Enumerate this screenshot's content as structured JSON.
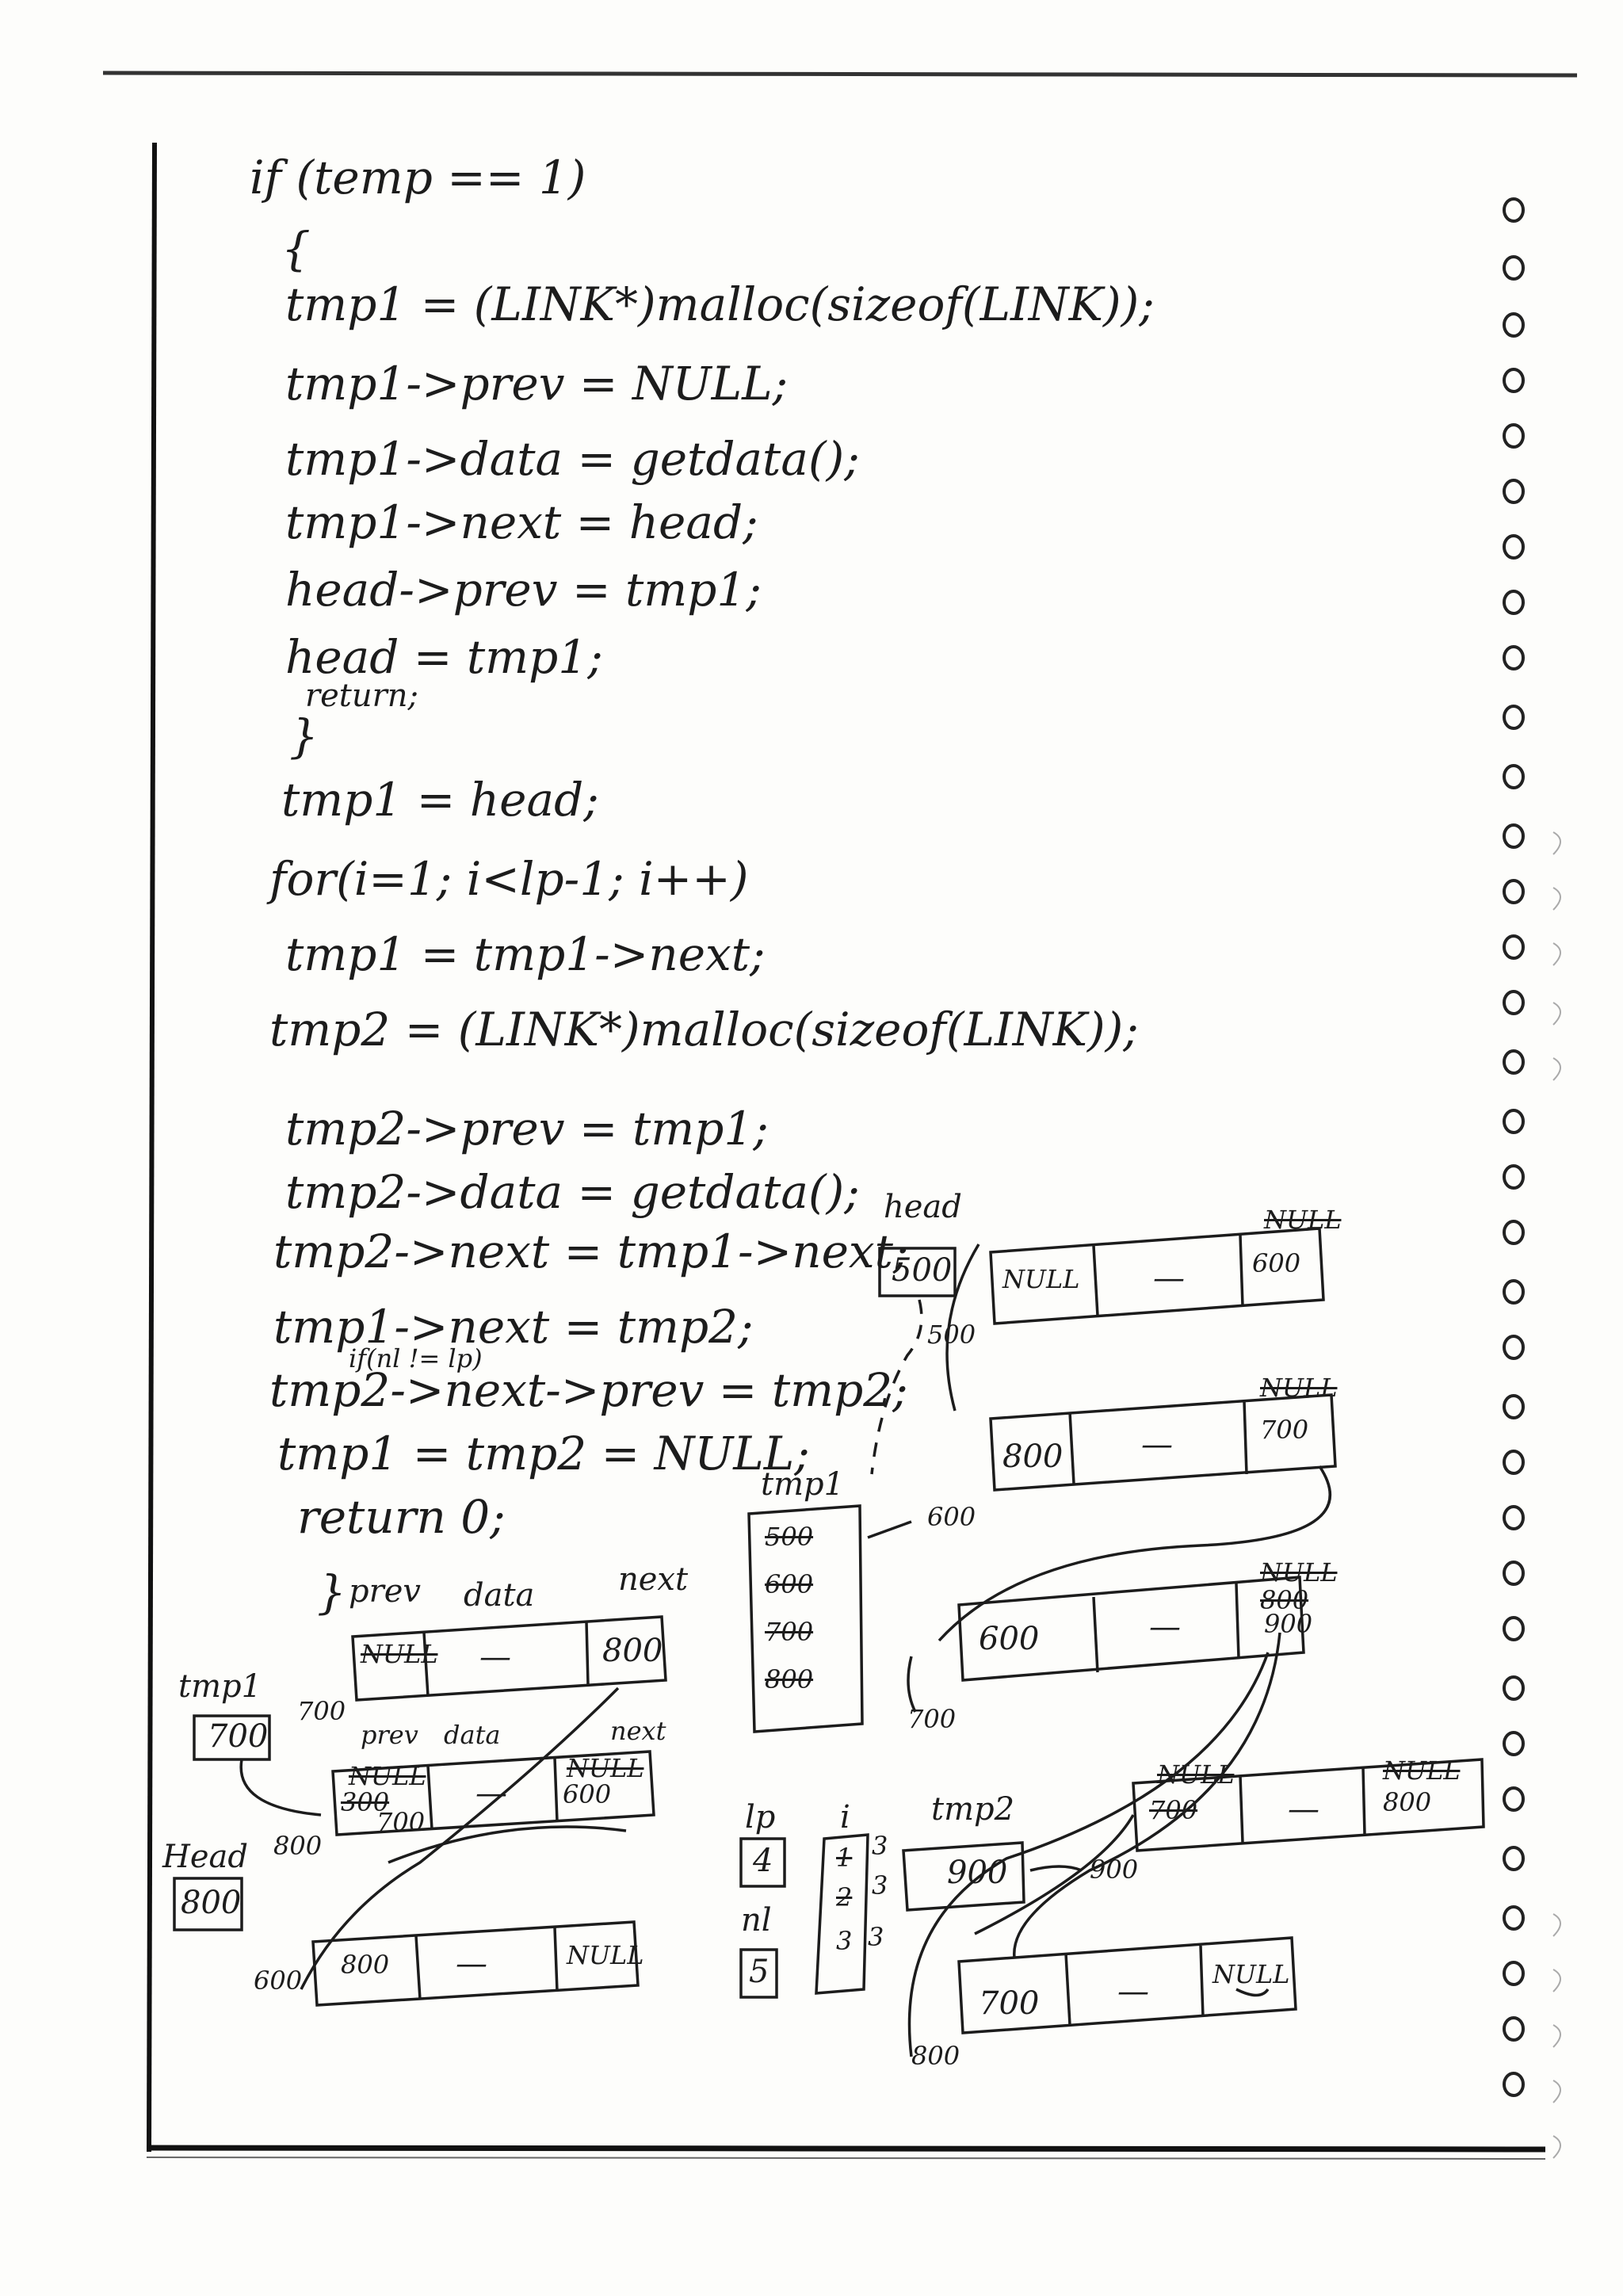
{
  "code": {
    "l01": "if (temp == 1)",
    "l02": "{",
    "l03": "tmp1 = (LINK*)malloc(sizeof(LINK));",
    "l04": "tmp1->prev = NULL;",
    "l05": "tmp1->data = getdata();",
    "l06": "tmp1->next = head;",
    "l07": "head->prev = tmp1;",
    "l08": "head = tmp1;",
    "l09": "return;",
    "l10": "}",
    "l11": "tmp1 = head;",
    "l12": "for(i=1; i<lp-1; i++)",
    "l13": "tmp1 = tmp1->next;",
    "l14": "tmp2 = (LINK*)malloc(sizeof(LINK));",
    "l15": "tmp2->prev = tmp1;",
    "l16": "tmp2->data = getdata();",
    "l17": "tmp2->next = tmp1->next;",
    "l18": "tmp1->next = tmp2;",
    "l19": "if(nl != lp)",
    "l20": "tmp2->next->prev = tmp2;",
    "l21": "tmp1 = tmp2 = NULL;",
    "l22": "return 0;",
    "l23": "}"
  },
  "diagram_left": {
    "col_prev": "prev",
    "col_data": "data",
    "col_next": "next",
    "tmp1_label": "tmp1",
    "tmp1_value": "700",
    "tmp1_arrow": "700",
    "node1": {
      "prev": "NULL",
      "data": "—",
      "next": "800"
    },
    "node2": {
      "prev": "NULL",
      "prev_b": "300",
      "prev_c": "700",
      "data": "—",
      "next": "NULL",
      "next_b": "600"
    },
    "node2_cols": {
      "prev": "prev",
      "data": "data",
      "next": "next"
    },
    "head_label": "Head",
    "head_value": "800",
    "head_arrow": "800",
    "node3": {
      "addr": "600",
      "prev": "800",
      "data": "—",
      "next": "NULL"
    }
  },
  "diagram_right": {
    "head_label": "head",
    "head_value": "500",
    "head_arrow": "500",
    "node_a": {
      "prev": "NULL",
      "data": "—",
      "next": "NULL",
      "next_b": "600"
    },
    "node_b": {
      "arrow": "600",
      "prev": "800",
      "data": "—",
      "next": "NULL",
      "next_b": "700"
    },
    "tmp1_label": "tmp1",
    "tmp1_values": [
      "500",
      "600",
      "700",
      "800"
    ],
    "node_c": {
      "prev": "600",
      "data": "—",
      "next": "NULL",
      "next_b": "800",
      "next_c": "900",
      "arrow": "700"
    },
    "lp_label": "lp",
    "lp_value": "4",
    "nl_label": "nl",
    "nl_value": "5",
    "i_label": "i",
    "i_values": [
      "1",
      "2",
      "3"
    ],
    "i_side": [
      "3",
      "3",
      "3"
    ],
    "tmp2_label": "tmp2",
    "tmp2_value": "900",
    "tmp2_arrow": "900",
    "node_d": {
      "prev": "NULL",
      "prev_b": "700",
      "data": "—",
      "next": "NULL",
      "next_b": "800"
    },
    "node_e": {
      "prev": "700",
      "data": "—",
      "next": "NULL",
      "addr": "800"
    }
  },
  "colors": {
    "ink": "#1c1c1c",
    "paper": "#fdfdfb",
    "rule": "#222222"
  }
}
